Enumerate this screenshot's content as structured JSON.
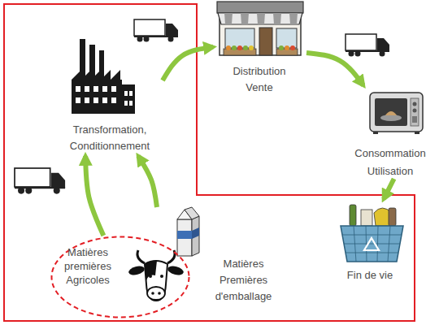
{
  "diagram": {
    "nodes": [
      {
        "text": [
          "Distribution Vente"
        ]
      },
      {
        "text": [
          "Transformation, Conditionnement"
        ]
      },
      {
        "text": [
          "Consommation Utilisation"
        ]
      },
      {
        "text": [
          "Matières premières Agricoles"
        ]
      },
      {
        "text": [
          "Matières Premières d'emballage"
        ]
      },
      {
        "text": [
          "Fin de vie"
        ]
      }
    ],
    "edges": [
      {
        "from": 3,
        "to": 1,
        "arrow": "to"
      },
      {
        "from": 4,
        "to": 1,
        "arrow": "to"
      },
      {
        "from": 1,
        "to": 0,
        "arrow": "to"
      },
      {
        "from": 0,
        "to": 2,
        "arrow": "to"
      },
      {
        "from": 2,
        "to": 5,
        "arrow": "to"
      }
    ]
  }
}
